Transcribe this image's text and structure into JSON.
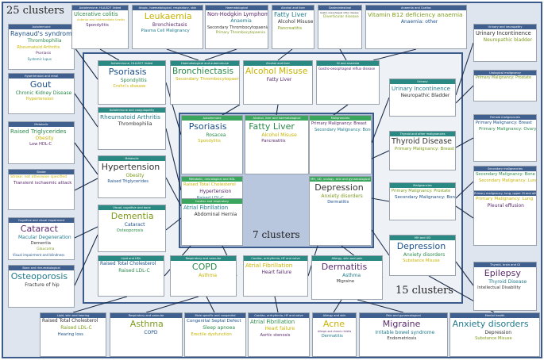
{
  "titles": {
    "outer": "25 clusters",
    "middle": "15 clusters",
    "inner": "7 clusters"
  },
  "colors": {
    "frame_outer": "#3b5b8c",
    "frame_inner": "#3b5b8c",
    "fill_outer": "#dfe5ef",
    "fill_middle": "#eef1f6",
    "fill_inner": "#b8c6de",
    "header_teal": "#2a8a83",
    "header_navy": "#3f5f8f",
    "header_green": "#3aa55c",
    "link": "#1f2f4a",
    "words": [
      "#1b4f8a",
      "#2a8a4a",
      "#c7b300",
      "#5a2a6e",
      "#1f7a8c",
      "#333333",
      "#7a9a1a"
    ]
  },
  "clusters": {
    "outer": [
      {
        "header": "Autoimmune",
        "words": [
          "Raynaud's syndrome",
          "Thrombophilia",
          "Rheumatoid Arthritis",
          "Psoriasis",
          "Systemic lupus"
        ]
      },
      {
        "header": "Autoimmune, HLA-B27 linked",
        "words": [
          "Ulcerative colitis",
          "Anterior and Intermediate Uveitis",
          "Spondylitis"
        ]
      },
      {
        "header": "Atopic, haematological, respiratory, skin",
        "words": [
          "Leukaemia",
          "Bronchiectasis",
          "Plasma Cell Malignancy"
        ]
      },
      {
        "header": "Haematological",
        "words": [
          "Non-Hodgkin Lymphoma",
          "Anaemia",
          "Secondary Thrombocytopaenia",
          "Primary Thrombocytopaenia"
        ]
      },
      {
        "header": "Alcohol and liver",
        "words": [
          "Fatty Liver",
          "Alcohol Misuse",
          "Pancreatitis"
        ]
      },
      {
        "header": "Gastrointestinal",
        "words": [
          "Gastro-oesophageal reflux disease",
          "Diverticular disease"
        ]
      },
      {
        "header": "Anaemia and Coeliac",
        "words": [
          "Vitamin B12 deficiency anaemia",
          "Anaemia: other"
        ]
      },
      {
        "header": "Hypertension and renal",
        "words": [
          "Gout",
          "Chronic Kidney Disease",
          "Hypertension"
        ]
      },
      {
        "header": "Metabolic",
        "words": [
          "Raised Triglycerides",
          "Obesity",
          "Low HDL-C"
        ]
      },
      {
        "header": "Stroke",
        "words": [
          "Stroke: not otherwise specified",
          "Transient ischaemic attack"
        ]
      },
      {
        "header": "Cognitive and visual impairment",
        "words": [
          "Cataract",
          "Macular Degeneration",
          "Dementia",
          "Glaucoma",
          "Visual impairment and blindness"
        ]
      },
      {
        "header": "Bone and rheumatological",
        "words": [
          "Osteoporosis",
          "Fracture of hip"
        ]
      },
      {
        "header": "Lipid, skin and hearing",
        "words": [
          "Raised Total Cholesterol",
          "Raised LDL-C",
          "Hearing loss"
        ]
      },
      {
        "header": "Respiratory and vascular",
        "words": [
          "Asthma",
          "COPD"
        ]
      },
      {
        "header": "Male specific and congenital",
        "words": [
          "Congenital Septal Defect",
          "Sleep apnoea",
          "Erectile dysfunction"
        ]
      },
      {
        "header": "Cardiac, arrhythmia, HF and valve",
        "words": [
          "Atrial Fibrillation",
          "Heart failure",
          "Aortic stenosis"
        ]
      },
      {
        "header": "Allergy and skin",
        "words": [
          "Acne",
          "Allergic and chronic rhinitis",
          "Dermatitis"
        ]
      },
      {
        "header": "Pain and gynaecological",
        "words": [
          "Migraine",
          "Irritable bowel syndrome",
          "Endometriosis"
        ]
      },
      {
        "header": "Mental health",
        "words": [
          "Anxiety disorders",
          "Depression",
          "Substance Misuse"
        ]
      },
      {
        "header": "Urinary and neuropathy",
        "words": [
          "Urinary Incontinence",
          "Neuropathic bladder"
        ]
      },
      {
        "header": "Urological malignancy",
        "words": [
          "Primary Malignancy: Prostate"
        ]
      },
      {
        "header": "Female malignancies",
        "words": [
          "Primary Malignancy: Breast",
          "Primary Malignancy: Ovary"
        ]
      },
      {
        "header": "Secondary malignancies",
        "words": [
          "Secondary Malignancy: Bone",
          "Secondary Malignancy: Lung"
        ]
      },
      {
        "header": "Primary malignancy, lung, upper GI and others",
        "words": [
          "Primary Malignancy: Lung",
          "Pleural effusion"
        ]
      },
      {
        "header": "Thyroid, brain and GI",
        "words": [
          "Epilepsy",
          "Thyroid Disease",
          "Intellectual Disability"
        ]
      }
    ],
    "middle": [
      {
        "header": "Autoimmune, HLA-B27 linked",
        "words": [
          "Psoriasis",
          "Spondylitis",
          "Crohn's disease"
        ]
      },
      {
        "header": "Haematological and autoimmune",
        "words": [
          "Bronchiectasis",
          "Secondary Thrombocytopaenia"
        ]
      },
      {
        "header": "Alcohol and liver",
        "words": [
          "Alcohol Misuse",
          "Fatty Liver"
        ]
      },
      {
        "header": "GI and anaemia",
        "words": [
          "Gastro-oesophageal reflux disease"
        ]
      },
      {
        "header": "Autoimmune and coagulopathy",
        "words": [
          "Rheumatoid Arthritis",
          "Thrombophilia"
        ]
      },
      {
        "header": "Metabolic",
        "words": [
          "Hypertension",
          "Obesity",
          "Raised Triglycerides"
        ]
      },
      {
        "header": "Visual, cognitive and bone",
        "words": [
          "Dementia",
          "Cataract",
          "Osteoporosis"
        ]
      },
      {
        "header": "Lipid and HDL",
        "words": [
          "Raised Total Cholesterol",
          "Raised LDL-C"
        ]
      },
      {
        "header": "Respiratory and vascular",
        "words": [
          "COPD",
          "Asthma"
        ]
      },
      {
        "header": "Cardiac, arrhythmia, HF and valve",
        "words": [
          "Atrial Fibrillation",
          "Heart failure"
        ]
      },
      {
        "header": "Allergy, skin and pain",
        "words": [
          "Dermatitis",
          "Asthma",
          "Migraine"
        ]
      },
      {
        "header": "Urinary",
        "words": [
          "Urinary Incontinence",
          "Neuropathic Bladder"
        ]
      },
      {
        "header": "Thyroid and other malignancies",
        "words": [
          "Thyroid Disease",
          "Primary Malignancy: Breast"
        ]
      },
      {
        "header": "Malignancies",
        "words": [
          "Primary Malignancy: Prostate",
          "Secondary Malignancy: Bone"
        ]
      },
      {
        "header": "MH and UD",
        "words": [
          "Depression",
          "Anxiety disorders",
          "Substance Misuse"
        ]
      }
    ],
    "inner": [
      {
        "header": "Autoimmune",
        "words": [
          "Psoriasis",
          "Rosacea",
          "Spondylitis"
        ]
      },
      {
        "header": "Alcohol, liver and haematological",
        "words": [
          "Fatty Liver",
          "Alcohol Misuse",
          "Pancreatitis"
        ]
      },
      {
        "header": "Metabolic, neurological and HDL",
        "words": [
          "Raised Total Cholesterol",
          "Hypertension",
          "Raised LDL-C"
        ]
      },
      {
        "header": "Malignancies",
        "words": [
          "Primary Malignancy: Breast",
          "Secondary Malignancy: Bone"
        ]
      },
      {
        "header": "Cardiac and respiratory",
        "words": [
          "Atrial Fibrillation",
          "Abdominal Hernia"
        ]
      },
      {
        "header": "MH, UD, urology, skin and gynaecological",
        "words": [
          "Depression",
          "Anxiety disorders",
          "Dermatitis"
        ]
      }
    ]
  }
}
